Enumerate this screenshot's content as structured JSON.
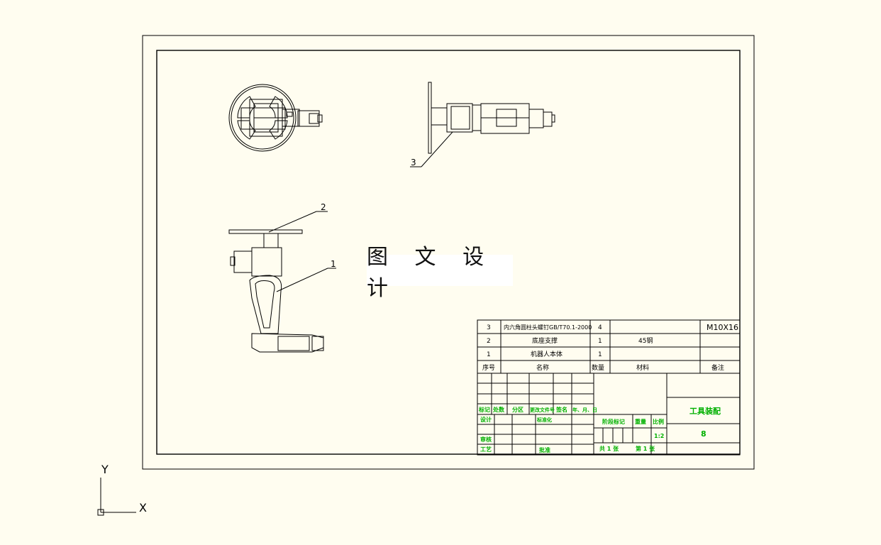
{
  "drawing": {
    "watermark_text": "图 文 设 计",
    "balloons": [
      "1",
      "2",
      "3"
    ],
    "axis": {
      "x_label": "X",
      "y_label": "Y"
    }
  },
  "parts_list": {
    "rows": [
      {
        "no": "3",
        "name": "内六角圆柱头螺钉GB/T70.1-2000",
        "qty": "4",
        "material": "",
        "note": "M10X16"
      },
      {
        "no": "2",
        "name": "底座支撑",
        "qty": "1",
        "material": "45钢",
        "note": ""
      },
      {
        "no": "1",
        "name": "机器人本体",
        "qty": "1",
        "material": "",
        "note": ""
      }
    ],
    "header": {
      "no": "序号",
      "name": "名称",
      "qty": "数量",
      "material": "材料",
      "note": "备注"
    }
  },
  "title_block": {
    "revision_labels": [
      "标记",
      "处数",
      "分区",
      "更改文件号",
      "签名",
      "年、月、日"
    ],
    "design": "设计",
    "standardize": "标准化",
    "review": "审核",
    "process": "工艺",
    "approve": "批准",
    "stage_mark": "阶段标记",
    "weight": "重量",
    "scale": "比例",
    "scale_value": "1:2",
    "sheets": "共 1 张",
    "sheet_no": "第 1 张",
    "drawing_name": "工具装配",
    "drawing_code": "8"
  },
  "colors": {
    "background": "#fffdf0",
    "line": "#000000",
    "title_text": "#00b000"
  }
}
